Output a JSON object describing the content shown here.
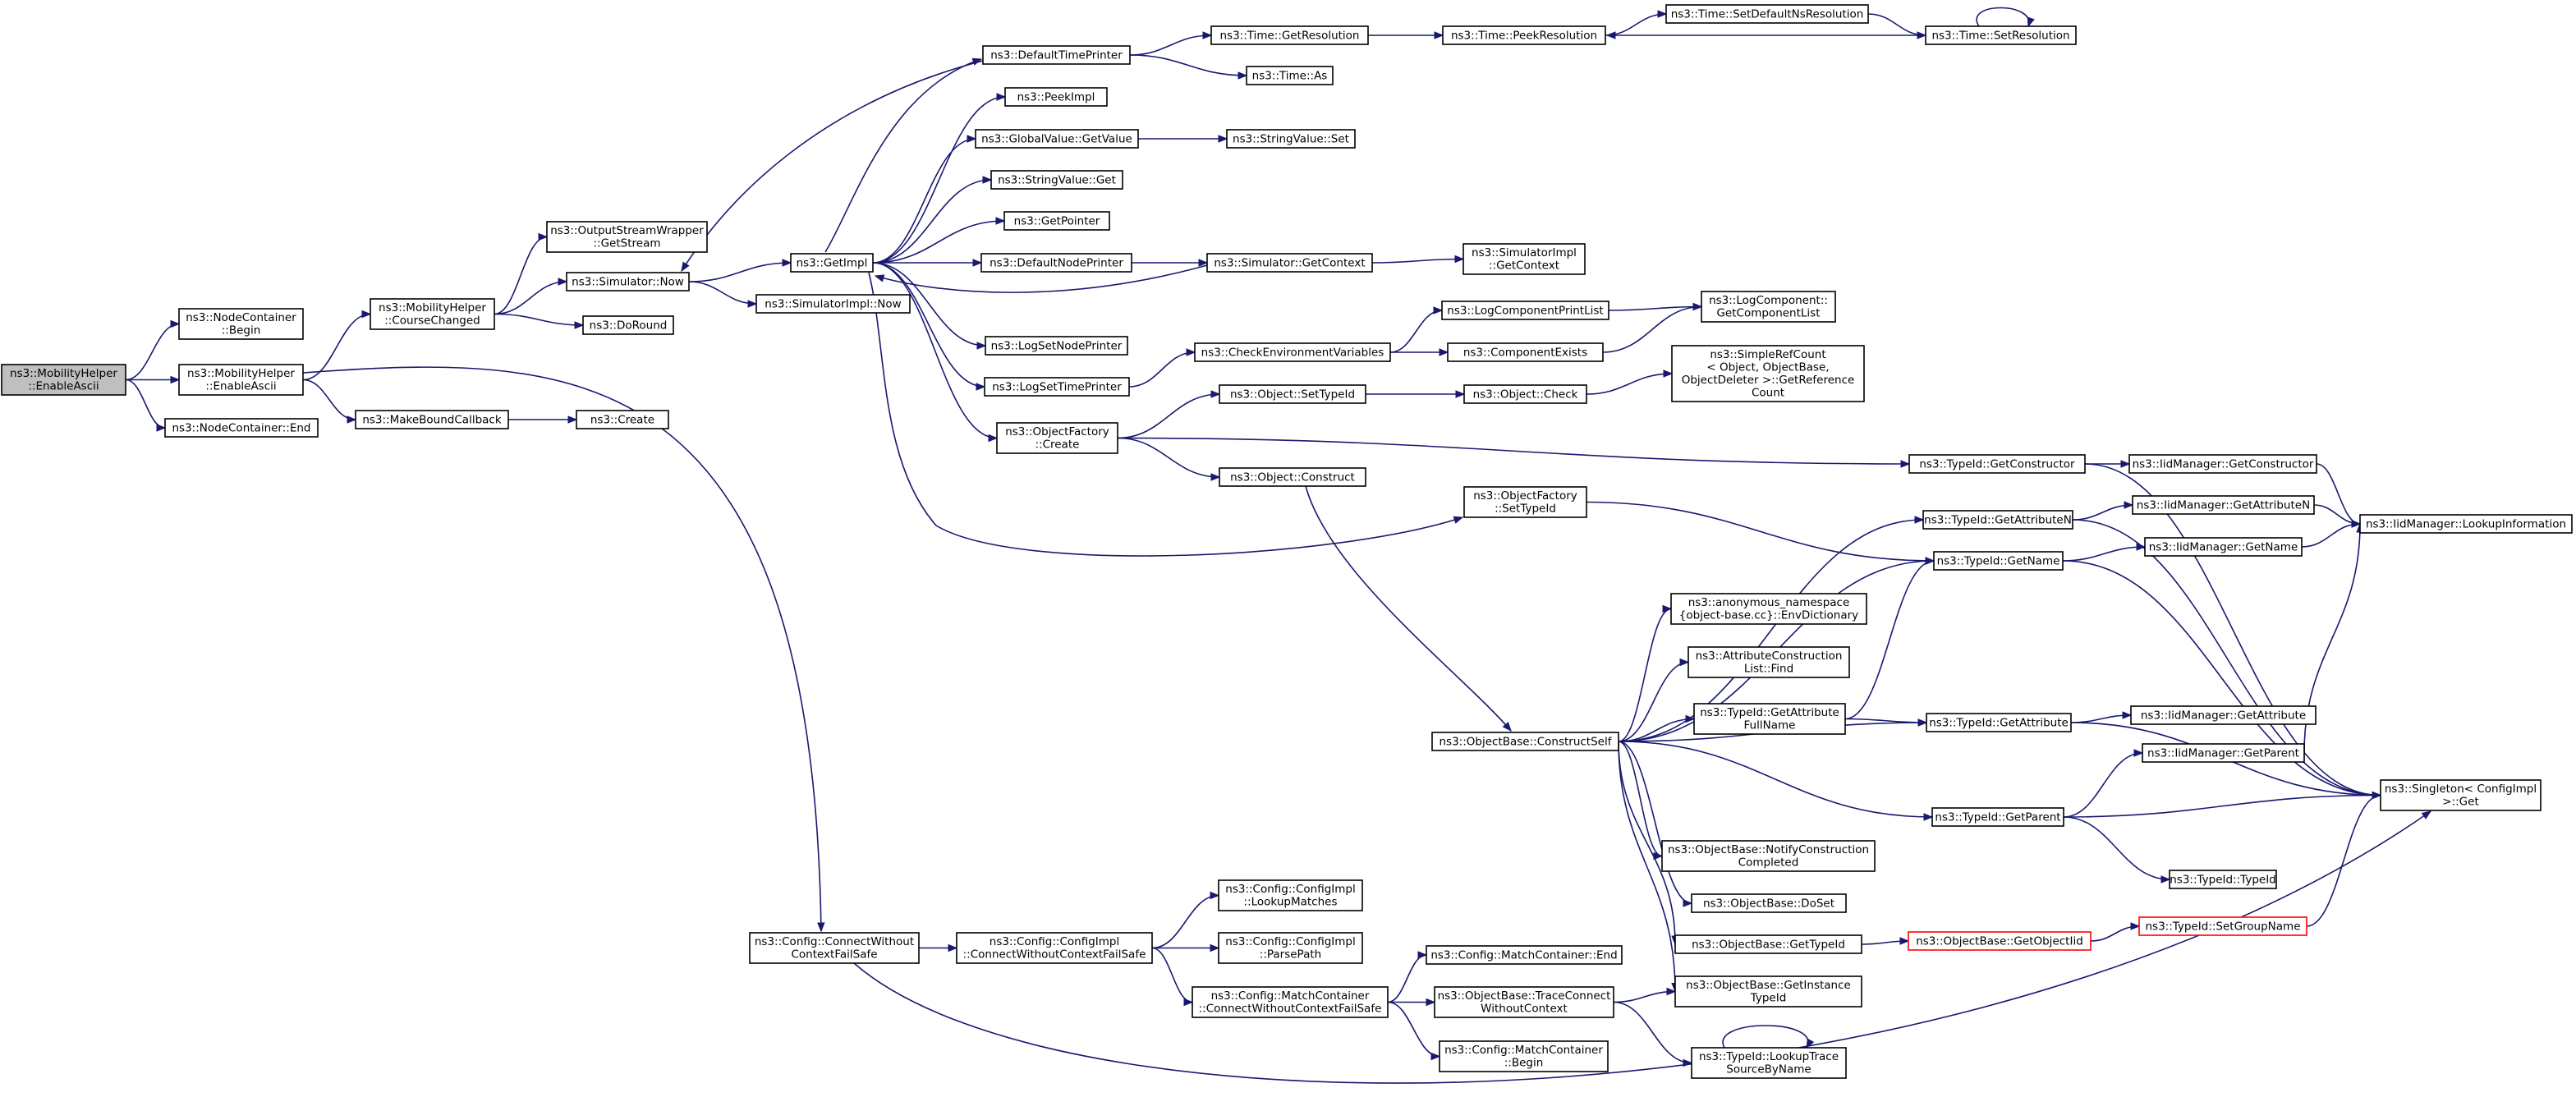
{
  "diagram": {
    "colors": {
      "edge": "#191970",
      "node_border": "#000000",
      "truncated_border": "#ff0000",
      "root_fill": "#bfbfbf",
      "node_fill": "#ffffff"
    },
    "nodes": [
      {
        "id": "enableAsciiStatic",
        "lines": [
          "ns3::MobilityHelper",
          "::EnableAscii"
        ],
        "root": true
      },
      {
        "id": "ncBegin",
        "lines": [
          "ns3::NodeContainer",
          "::Begin"
        ]
      },
      {
        "id": "enableAscii",
        "lines": [
          "ns3::MobilityHelper",
          "::EnableAscii"
        ]
      },
      {
        "id": "ncEnd",
        "lines": [
          "ns3::NodeContainer::End"
        ]
      },
      {
        "id": "courseChanged",
        "lines": [
          "ns3::MobilityHelper",
          "::CourseChanged"
        ]
      },
      {
        "id": "makeBoundCallback",
        "lines": [
          "ns3::MakeBoundCallback"
        ]
      },
      {
        "id": "create",
        "lines": [
          "ns3::Create"
        ]
      },
      {
        "id": "osGetStream",
        "lines": [
          "ns3::OutputStreamWrapper",
          "::GetStream"
        ]
      },
      {
        "id": "simNow",
        "lines": [
          "ns3::Simulator::Now"
        ]
      },
      {
        "id": "doRound",
        "lines": [
          "ns3::DoRound"
        ]
      },
      {
        "id": "simImplNow",
        "lines": [
          "ns3::SimulatorImpl::Now"
        ]
      },
      {
        "id": "getImpl",
        "lines": [
          "ns3::GetImpl"
        ]
      },
      {
        "id": "defTimePrinter",
        "lines": [
          "ns3::DefaultTimePrinter"
        ]
      },
      {
        "id": "peekImpl",
        "lines": [
          "ns3::PeekImpl"
        ]
      },
      {
        "id": "gvGetValue",
        "lines": [
          "ns3::GlobalValue::GetValue"
        ]
      },
      {
        "id": "svGet",
        "lines": [
          "ns3::StringValue::Get"
        ]
      },
      {
        "id": "getPointer",
        "lines": [
          "ns3::GetPointer"
        ]
      },
      {
        "id": "defNodePrinter",
        "lines": [
          "ns3::DefaultNodePrinter"
        ]
      },
      {
        "id": "logSetNodePrinter",
        "lines": [
          "ns3::LogSetNodePrinter"
        ]
      },
      {
        "id": "logSetTimePrinter",
        "lines": [
          "ns3::LogSetTimePrinter"
        ]
      },
      {
        "id": "objFactoryCreate",
        "lines": [
          "ns3::ObjectFactory",
          "::Create"
        ]
      },
      {
        "id": "timeGetRes",
        "lines": [
          "ns3::Time::GetResolution"
        ]
      },
      {
        "id": "timeAs",
        "lines": [
          "ns3::Time::As"
        ]
      },
      {
        "id": "svSet",
        "lines": [
          "ns3::StringValue::Set"
        ]
      },
      {
        "id": "simGetContext",
        "lines": [
          "ns3::Simulator::GetContext"
        ]
      },
      {
        "id": "checkEnvVars",
        "lines": [
          "ns3::CheckEnvironmentVariables"
        ]
      },
      {
        "id": "objSetTypeId",
        "lines": [
          "ns3::Object::SetTypeId"
        ]
      },
      {
        "id": "objConstruct",
        "lines": [
          "ns3::Object::Construct"
        ]
      },
      {
        "id": "timePeekRes",
        "lines": [
          "ns3::Time::PeekResolution"
        ]
      },
      {
        "id": "simImplGetContext",
        "lines": [
          "ns3::SimulatorImpl",
          "::GetContext"
        ]
      },
      {
        "id": "logCompPrintList",
        "lines": [
          "ns3::LogComponentPrintList"
        ]
      },
      {
        "id": "compExists",
        "lines": [
          "ns3::ComponentExists"
        ]
      },
      {
        "id": "objCheck",
        "lines": [
          "ns3::Object::Check"
        ]
      },
      {
        "id": "objFactorySetTypeId",
        "lines": [
          "ns3::ObjectFactory",
          "::SetTypeId"
        ]
      },
      {
        "id": "objBaseConstructSelf",
        "lines": [
          "ns3::ObjectBase::ConstructSelf"
        ]
      },
      {
        "id": "timeSetDefNsRes",
        "lines": [
          "ns3::Time::SetDefaultNsResolution"
        ]
      },
      {
        "id": "logCompGetList",
        "lines": [
          "ns3::LogComponent::",
          "GetComponentList"
        ]
      },
      {
        "id": "simpleRefCount",
        "lines": [
          "ns3::SimpleRefCount",
          "< Object, ObjectBase,",
          "ObjectDeleter >::GetReference",
          "Count"
        ]
      },
      {
        "id": "anonEnvDict",
        "lines": [
          "ns3::anonymous_namespace",
          "{object-base.cc}::EnvDictionary"
        ]
      },
      {
        "id": "attrConstrFind",
        "lines": [
          "ns3::AttributeConstruction",
          "List::Find"
        ]
      },
      {
        "id": "tidGetAttrFullName",
        "lines": [
          "ns3::TypeId::GetAttribute",
          "FullName"
        ]
      },
      {
        "id": "obNotifyConstr",
        "lines": [
          "ns3::ObjectBase::NotifyConstruction",
          "Completed"
        ]
      },
      {
        "id": "obDoSet",
        "lines": [
          "ns3::ObjectBase::DoSet"
        ]
      },
      {
        "id": "obGetTypeId",
        "lines": [
          "ns3::ObjectBase::GetTypeId"
        ]
      },
      {
        "id": "obGetInstTypeId",
        "lines": [
          "ns3::ObjectBase::GetInstance",
          "TypeId"
        ]
      },
      {
        "id": "timeSetRes",
        "lines": [
          "ns3::Time::SetResolution"
        ]
      },
      {
        "id": "tidGetConstructor",
        "lines": [
          "ns3::TypeId::GetConstructor"
        ]
      },
      {
        "id": "tidGetAttributeN",
        "lines": [
          "ns3::TypeId::GetAttributeN"
        ]
      },
      {
        "id": "tidGetName",
        "lines": [
          "ns3::TypeId::GetName"
        ]
      },
      {
        "id": "tidGetAttribute",
        "lines": [
          "ns3::TypeId::GetAttribute"
        ]
      },
      {
        "id": "tidGetParent",
        "lines": [
          "ns3::TypeId::GetParent"
        ]
      },
      {
        "id": "obGetObjectIid",
        "lines": [
          "ns3::ObjectBase::GetObjectIid"
        ],
        "truncated": true
      },
      {
        "id": "iidGetConstructor",
        "lines": [
          "ns3::IidManager::GetConstructor"
        ]
      },
      {
        "id": "iidGetAttributeN",
        "lines": [
          "ns3::IidManager::GetAttributeN"
        ]
      },
      {
        "id": "iidGetName",
        "lines": [
          "ns3::IidManager::GetName"
        ]
      },
      {
        "id": "iidGetAttribute",
        "lines": [
          "ns3::IidManager::GetAttribute"
        ]
      },
      {
        "id": "iidGetParent",
        "lines": [
          "ns3::IidManager::GetParent"
        ]
      },
      {
        "id": "tidTypeId",
        "lines": [
          "ns3::TypeId::TypeId"
        ]
      },
      {
        "id": "tidSetGroupName",
        "lines": [
          "ns3::TypeId::SetGroupName"
        ],
        "truncated": true
      },
      {
        "id": "iidLookupInfo",
        "lines": [
          "ns3::IidManager::LookupInformation"
        ]
      },
      {
        "id": "singletonGet",
        "lines": [
          "ns3::Singleton< ConfigImpl",
          ">::Get"
        ]
      },
      {
        "id": "cfgConnectWCFS",
        "lines": [
          "ns3::Config::ConnectWithout",
          "ContextFailSafe"
        ]
      },
      {
        "id": "cfgImplConnectWCFS",
        "lines": [
          "ns3::Config::ConfigImpl",
          "::ConnectWithoutContextFailSafe"
        ]
      },
      {
        "id": "cfgImplLookupMatches",
        "lines": [
          "ns3::Config::ConfigImpl",
          "::LookupMatches"
        ]
      },
      {
        "id": "cfgImplParsePath",
        "lines": [
          "ns3::Config::ConfigImpl",
          "::ParsePath"
        ]
      },
      {
        "id": "mcConnectWCFS",
        "lines": [
          "ns3::Config::MatchContainer",
          "::ConnectWithoutContextFailSafe"
        ]
      },
      {
        "id": "mcEnd",
        "lines": [
          "ns3::Config::MatchContainer::End"
        ]
      },
      {
        "id": "obTraceConnectWC",
        "lines": [
          "ns3::ObjectBase::TraceConnect",
          "WithoutContext"
        ]
      },
      {
        "id": "mcBegin",
        "lines": [
          "ns3::Config::MatchContainer",
          "::Begin"
        ]
      },
      {
        "id": "tidLookupTrace",
        "lines": [
          "ns3::TypeId::LookupTrace",
          "SourceByName"
        ]
      }
    ],
    "edges": [
      [
        "enableAsciiStatic",
        "ncBegin"
      ],
      [
        "enableAsciiStatic",
        "enableAscii"
      ],
      [
        "enableAsciiStatic",
        "ncEnd"
      ],
      [
        "enableAscii",
        "courseChanged"
      ],
      [
        "enableAscii",
        "makeBoundCallback"
      ],
      [
        "enableAscii",
        "cfgConnectWCFS"
      ],
      [
        "courseChanged",
        "osGetStream"
      ],
      [
        "courseChanged",
        "simNow"
      ],
      [
        "courseChanged",
        "doRound"
      ],
      [
        "makeBoundCallback",
        "create"
      ],
      [
        "simNow",
        "getImpl"
      ],
      [
        "simNow",
        "simImplNow"
      ],
      [
        "getImpl",
        "defTimePrinter"
      ],
      [
        "getImpl",
        "peekImpl"
      ],
      [
        "getImpl",
        "gvGetValue"
      ],
      [
        "getImpl",
        "svGet"
      ],
      [
        "getImpl",
        "getPointer"
      ],
      [
        "getImpl",
        "defNodePrinter"
      ],
      [
        "getImpl",
        "logSetNodePrinter"
      ],
      [
        "getImpl",
        "logSetTimePrinter"
      ],
      [
        "getImpl",
        "objFactoryCreate"
      ],
      [
        "getImpl",
        "objFactorySetTypeId"
      ],
      [
        "defTimePrinter",
        "simNow"
      ],
      [
        "defTimePrinter",
        "timeGetRes"
      ],
      [
        "defTimePrinter",
        "timeAs"
      ],
      [
        "gvGetValue",
        "svSet"
      ],
      [
        "defNodePrinter",
        "simGetContext"
      ],
      [
        "simGetContext",
        "getImpl"
      ],
      [
        "simGetContext",
        "simImplGetContext"
      ],
      [
        "logSetTimePrinter",
        "checkEnvVars"
      ],
      [
        "objFactoryCreate",
        "objSetTypeId"
      ],
      [
        "objFactoryCreate",
        "objConstruct"
      ],
      [
        "objFactoryCreate",
        "tidGetConstructor"
      ],
      [
        "timeGetRes",
        "timePeekRes"
      ],
      [
        "timePeekRes",
        "timeSetDefNsRes"
      ],
      [
        "timeSetDefNsRes",
        "timeSetRes"
      ],
      [
        "timeSetRes",
        "timePeekRes"
      ],
      [
        "timeSetRes",
        "timeSetRes"
      ],
      [
        "checkEnvVars",
        "logCompPrintList"
      ],
      [
        "checkEnvVars",
        "compExists"
      ],
      [
        "logCompPrintList",
        "logCompGetList"
      ],
      [
        "compExists",
        "logCompGetList"
      ],
      [
        "objSetTypeId",
        "objCheck"
      ],
      [
        "objCheck",
        "simpleRefCount"
      ],
      [
        "objConstruct",
        "objBaseConstructSelf"
      ],
      [
        "objFactorySetTypeId",
        "tidGetName"
      ],
      [
        "objBaseConstructSelf",
        "tidGetAttributeN"
      ],
      [
        "objBaseConstructSelf",
        "tidGetName"
      ],
      [
        "objBaseConstructSelf",
        "anonEnvDict"
      ],
      [
        "objBaseConstructSelf",
        "attrConstrFind"
      ],
      [
        "objBaseConstructSelf",
        "tidGetAttrFullName"
      ],
      [
        "objBaseConstructSelf",
        "tidGetAttribute"
      ],
      [
        "objBaseConstructSelf",
        "tidGetParent"
      ],
      [
        "objBaseConstructSelf",
        "obNotifyConstr"
      ],
      [
        "objBaseConstructSelf",
        "obDoSet"
      ],
      [
        "objBaseConstructSelf",
        "obGetTypeId"
      ],
      [
        "objBaseConstructSelf",
        "obGetInstTypeId"
      ],
      [
        "tidGetAttrFullName",
        "tidGetName"
      ],
      [
        "tidGetAttrFullName",
        "tidGetAttribute"
      ],
      [
        "tidGetConstructor",
        "iidGetConstructor"
      ],
      [
        "tidGetConstructor",
        "singletonGet"
      ],
      [
        "tidGetAttributeN",
        "iidGetAttributeN"
      ],
      [
        "tidGetAttributeN",
        "singletonGet"
      ],
      [
        "tidGetName",
        "iidGetName"
      ],
      [
        "tidGetName",
        "singletonGet"
      ],
      [
        "tidGetAttribute",
        "iidGetAttribute"
      ],
      [
        "tidGetAttribute",
        "singletonGet"
      ],
      [
        "tidGetParent",
        "iidGetParent"
      ],
      [
        "tidGetParent",
        "singletonGet"
      ],
      [
        "tidGetParent",
        "tidTypeId"
      ],
      [
        "iidGetConstructor",
        "iidLookupInfo"
      ],
      [
        "iidGetAttributeN",
        "iidLookupInfo"
      ],
      [
        "iidGetName",
        "iidLookupInfo"
      ],
      [
        "iidGetParent",
        "iidLookupInfo"
      ],
      [
        "obGetTypeId",
        "obGetObjectIid"
      ],
      [
        "obGetObjectIid",
        "tidSetGroupName"
      ],
      [
        "tidSetGroupName",
        "singletonGet"
      ],
      [
        "cfgConnectWCFS",
        "cfgImplConnectWCFS"
      ],
      [
        "cfgConnectWCFS",
        "singletonGet"
      ],
      [
        "cfgImplConnectWCFS",
        "cfgImplLookupMatches"
      ],
      [
        "cfgImplConnectWCFS",
        "cfgImplParsePath"
      ],
      [
        "cfgImplConnectWCFS",
        "mcConnectWCFS"
      ],
      [
        "mcConnectWCFS",
        "mcEnd"
      ],
      [
        "mcConnectWCFS",
        "obTraceConnectWC"
      ],
      [
        "mcConnectWCFS",
        "mcBegin"
      ],
      [
        "obTraceConnectWC",
        "obGetInstTypeId"
      ],
      [
        "obTraceConnectWC",
        "tidLookupTrace"
      ],
      [
        "tidLookupTrace",
        "tidLookupTrace"
      ]
    ]
  }
}
